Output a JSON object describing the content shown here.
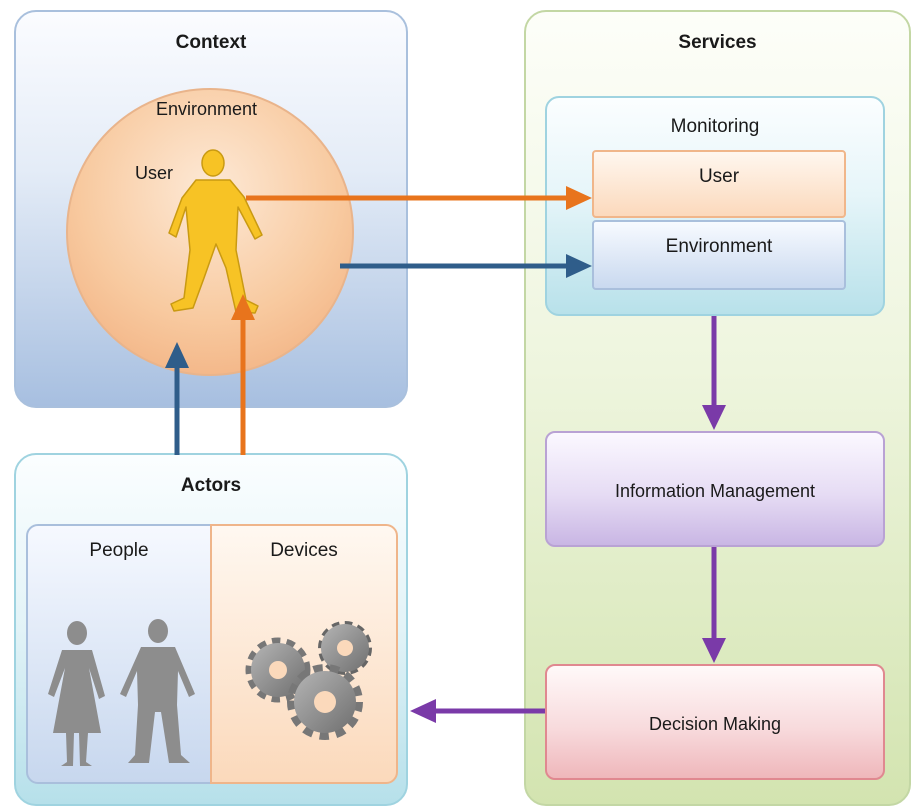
{
  "context": {
    "title": "Context",
    "environment_label": "Environment",
    "user_label": "User"
  },
  "services": {
    "title": "Services",
    "monitoring": {
      "title": "Monitoring",
      "user_label": "User",
      "environment_label": "Environment"
    },
    "information_management": "Information Management",
    "decision_making": "Decision Making"
  },
  "actors": {
    "title": "Actors",
    "people_label": "People",
    "devices_label": "Devices"
  },
  "colors": {
    "orange_arrow": "#e8741c",
    "blue_arrow": "#2f5d8a",
    "purple_arrow": "#7a3aa8",
    "user_figure": "#f7c325",
    "gray_figure": "#8d8d8d"
  }
}
